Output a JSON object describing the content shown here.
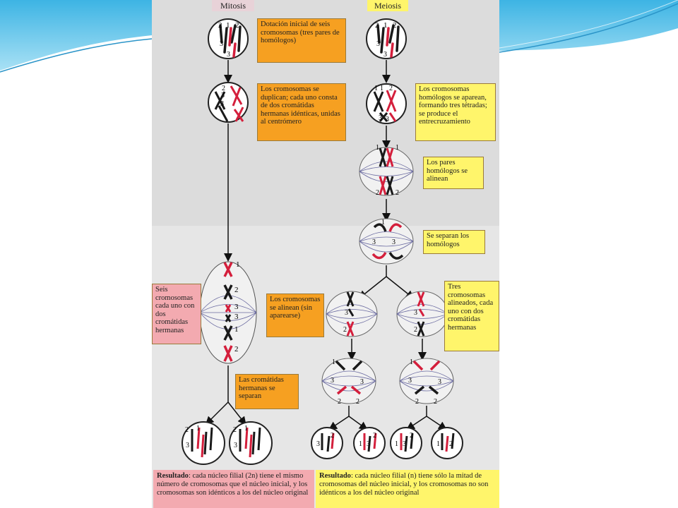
{
  "headers": {
    "mitosis": "Mitosis",
    "meiosis": "Meiosis"
  },
  "mitosis_labels": {
    "initial": "Dotación inicial de seis cromosomas (tres pares de homólogos)",
    "duplicate": "Los cromosomas se duplican; cada uno consta de dos cromátidas hermanas idénticas, unidas al centrómero",
    "six": "Seis cromosomas cada uno con dos cromátidas hermanas",
    "align": "Los cromosomas se alinean (sin aparearse)",
    "separate": "Las cromátidas hermanas se separan"
  },
  "meiosis_labels": {
    "pair": "Los cromosomas homólogos se aparean, formando tres tétradas; se produce el entrecruzamiento",
    "align": "Los pares homólogos se alinean",
    "separate": "Se separan los homólogos",
    "three": "Tres cromosomas alineados, cada uno con dos cromátidas hermanas"
  },
  "results": {
    "mitosis_bold": "Resultado",
    "mitosis_rest": ": cada núcleo filial (2n) tiene el mismo número de cromosomas que el núcleo inicial, y los cromosomas son idénticos a los del núcleo original",
    "meiosis_bold": "Resultado",
    "meiosis_rest": ": cada núcleo filial (n) tiene sólo la mitad de cromosomas del núcleo inicial, y los cromosomas no son idénticos a los del núcleo original"
  },
  "chromosome_numbers": [
    "1",
    "2",
    "3"
  ],
  "colors": {
    "orange": "#f6a021",
    "yellow": "#fff56b",
    "pink": "#f3aab0",
    "red_chromosome": "#d41f3c",
    "black_chromosome": "#1a1a1a",
    "wave_blue": "#5bc3e6"
  }
}
